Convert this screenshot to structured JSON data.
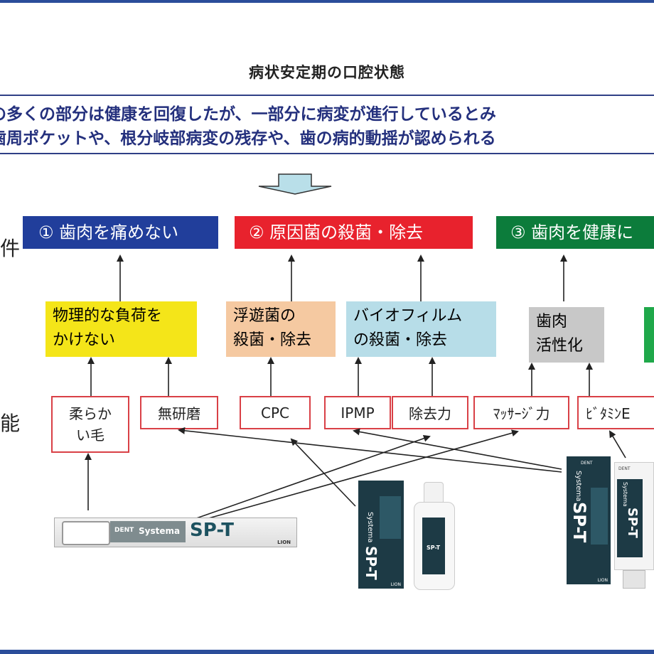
{
  "title": "病状安定期の口腔状態",
  "intro": {
    "line1": "の多くの部分は健康を回復したが、一部分に病変が進行しているとみ",
    "line2": "歯周ポケットや、根分岐部病変の残存や、歯の病的動揺が認められる"
  },
  "side_labels": [
    "件",
    "能"
  ],
  "goals": [
    {
      "label": "① 歯肉を痛めない",
      "color": "#213e9b"
    },
    {
      "label": "② 原因菌の殺菌・除去",
      "color": "#e8222d"
    },
    {
      "label": "③ 歯肉を健康に",
      "color": "#0c7c3b"
    }
  ],
  "mid_boxes": [
    {
      "line1": "物理的な負荷を",
      "line2": "かけない",
      "color": "#f4e519"
    },
    {
      "line1": "浮遊菌の",
      "line2": "殺菌・除去",
      "color": "#f5c9a1"
    },
    {
      "line1": "バイオフィルム",
      "line2": "の殺菌・除去",
      "color": "#b7dde8"
    },
    {
      "line1": "歯肉",
      "line2": "活性化",
      "color": "#c8c8c8"
    }
  ],
  "features": [
    {
      "line1": "柔らか",
      "line2": "い毛"
    },
    {
      "line1": "無研磨"
    },
    {
      "line1": "CPC"
    },
    {
      "line1": "IPMP"
    },
    {
      "line1": "除去力"
    },
    {
      "line1": "ﾏｯｻｰｼﾞ力"
    },
    {
      "line1": "ﾋﾞﾀﾐﾝE"
    }
  ],
  "products": {
    "brush": {
      "brand": "Systema",
      "name": "SP-T",
      "maker": "DENT",
      "company": "LION"
    },
    "gel_box": {
      "brand": "Systema",
      "name": "SP-T",
      "company": "LION"
    },
    "rinse": {
      "name": "SP-T"
    },
    "paste_box": {
      "brand": "Systema",
      "name": "SP-T",
      "maker": "DENT",
      "company": "LION"
    },
    "paste_tube": {
      "brand": "Systema",
      "name": "SP-T",
      "maker": "DENT"
    }
  },
  "colors": {
    "frame": "#2b4d9a",
    "intro_text": "#24307d",
    "feature_border": "#d94046",
    "arrow": "#222222",
    "product_dark": "#1d3a45"
  }
}
